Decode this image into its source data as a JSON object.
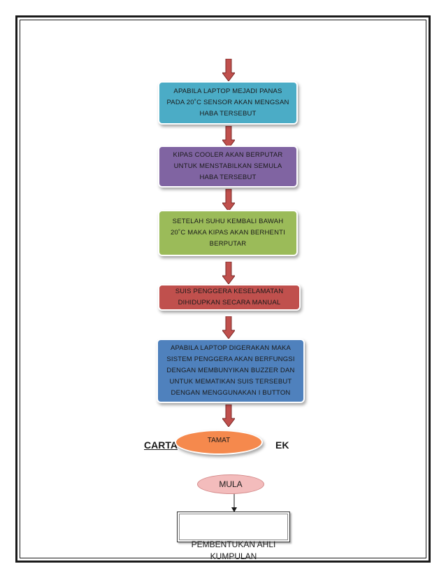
{
  "steps": [
    {
      "text": "APABILA LAPTOP MEJADI PANAS\nPADA 20˚C SENSOR AKAN MENGSAN\nHABA TERSEBUT",
      "color": "#4bacc6"
    },
    {
      "text": "KIPAS COOLER AKAN BERPUTAR\nUNTUK MENSTABILKAN SEMULA\nHABA TERSEBUT",
      "color": "#8064a2"
    },
    {
      "text": "SETELAH SUHU KEMBALI BAWAH\n20˚C MAKA KIPAS AKAN BERHENTI\nBERPUTAR",
      "color": "#9bbb59"
    },
    {
      "text": "SUIS PENGGERA KESELAMATAN\nDIHIDUPKAN SECARA MANUAL",
      "color": "#c0504d"
    },
    {
      "text": "APABILA LAPTOP DIGERAKAN MAKA\nSISTEM PENGGERA AKAN BERFUNGSI\nDENGAN MEMBUNYIKAN BUZZER DAN\nUNTUK MEMATIKAN SUIS TERSEBUT\nDENGAN MENGGUNAKAN I BUTTON",
      "color": "#4f81bd"
    }
  ],
  "end_label": "TAMAT",
  "heading_left": "CARTA",
  "heading_right": "EK",
  "start_label": "MULA",
  "first_process": "PEMBENTUKAN AHLI\nKUMPULAN",
  "arrow_color": "#c0504d"
}
